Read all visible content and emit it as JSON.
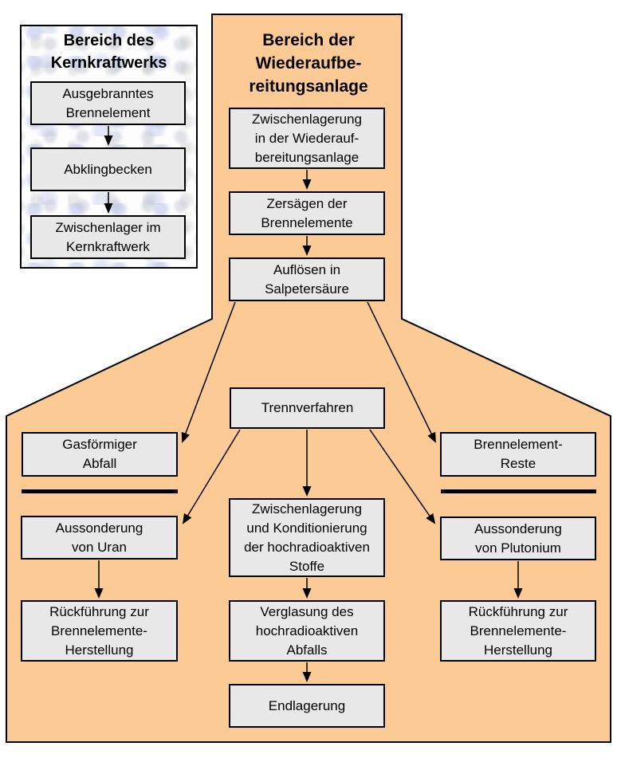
{
  "colors": {
    "reprocessing_area_fill": "#FCCA94",
    "node_fill": "#E8E8E8",
    "outline": "#000000",
    "plant_panel_background": "#FDFDFE",
    "plant_panel_texture": "#BAC2E8"
  },
  "plant_section": {
    "title": "Bereich des\nKernkraftwerks",
    "nodes": {
      "spent_fuel": "Ausgebranntes\nBrennelement",
      "cooling_pond": "Abklingbecken",
      "interim_storage": "Zwischenlager im\nKernkraftwerk"
    }
  },
  "reprocessing_section": {
    "title": "Bereich der\nWiederaufbe-\nreitungsanlage",
    "nodes": {
      "interim_storage": "Zwischenlagerung\nin der Wiederauf-\nbereitungsanlage",
      "sawing": "Zersägen der\nBrennelemente",
      "dissolving": "Auflösen in\nSalpetersäure",
      "separation": "Trennverfahren",
      "gaseous_waste": "Gasförmiger\nAbfall",
      "fuel_remnants": "Brennelement-\nReste",
      "uranium_separation": "Aussonderung\nvon Uran",
      "plutonium_separation": "Aussonderung\nvon Plutonium",
      "hlw_conditioning": "Zwischenlagerung\nund Konditionierung\nder hochradioaktiven\nStoffe",
      "vitrification": "Verglasung des\nhochradioaktiven\nAbfalls",
      "recycling_left": "Rückführung zur\nBrennelemente-\nHerstellung",
      "recycling_right": "Rückführung zur\nBrennelemente-\nHerstellung",
      "final_disposal": "Endlagerung"
    }
  }
}
